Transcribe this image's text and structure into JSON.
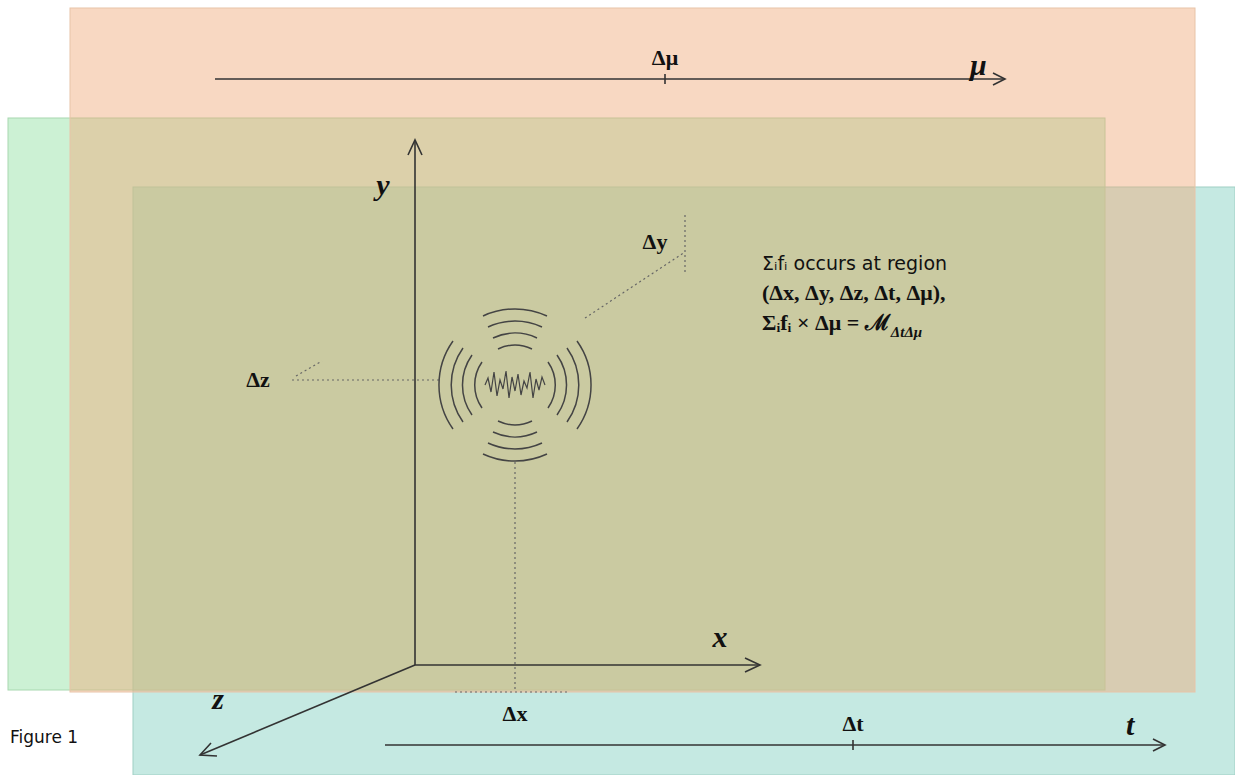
{
  "diagram": {
    "caption": "Figure 1",
    "labels": [
      "μ",
      "Δμ",
      "y",
      "Δy",
      "Δz",
      "x",
      "z",
      "Δx",
      "Δt",
      "t",
      "Σᵢfᵢ occurs at region",
      "(Δx, Δy, Δz, Δt, Δμ),",
      "Σᵢfᵢ × Δμ = ℳ",
      "ΔtΔμ"
    ]
  }
}
